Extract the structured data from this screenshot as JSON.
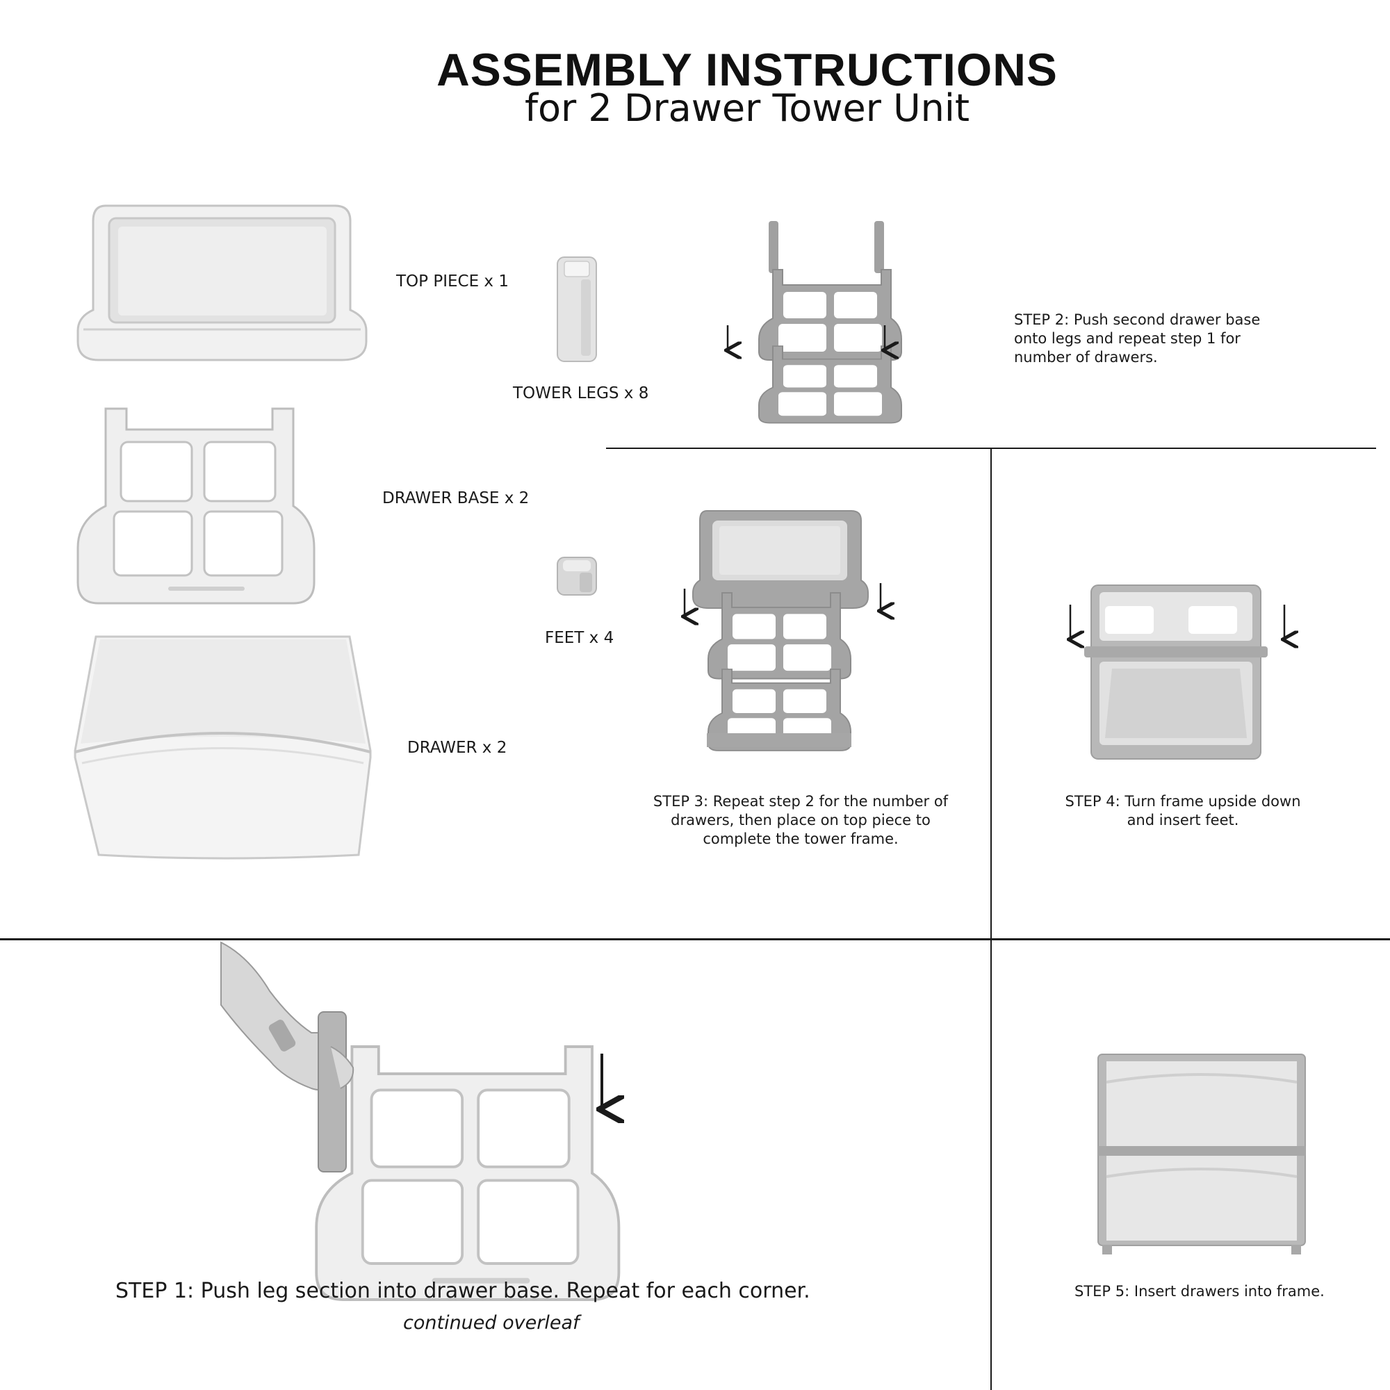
{
  "header": {
    "title": "ASSEMBLY INSTRUCTIONS",
    "subtitle": "for 2 Drawer Tower Unit"
  },
  "parts": {
    "top_piece": "TOP PIECE x 1",
    "tower_legs": "TOWER LEGS x 8",
    "drawer_base": "DRAWER BASE x 2",
    "feet": "FEET x 4",
    "drawer": "DRAWER x 2"
  },
  "steps": {
    "step1": "STEP 1: Push leg section into drawer base. Repeat for each corner.",
    "continued": "continued overleaf",
    "step2": "STEP 2: Push second drawer base onto legs and repeat step 1 for number of drawers.",
    "step3": "STEP 3: Repeat step 2 for the number of drawers, then place on top piece to complete the tower frame.",
    "step4": "STEP 4: Turn frame upside down and insert feet.",
    "step5": "STEP 5: Insert drawers into frame."
  },
  "colors": {
    "part_light": "#ececec",
    "part_mid": "#c9c9c9",
    "part_edge": "#b0b0b0",
    "frame_dark": "#9b9b9b",
    "ink": "#1a1a1a"
  }
}
